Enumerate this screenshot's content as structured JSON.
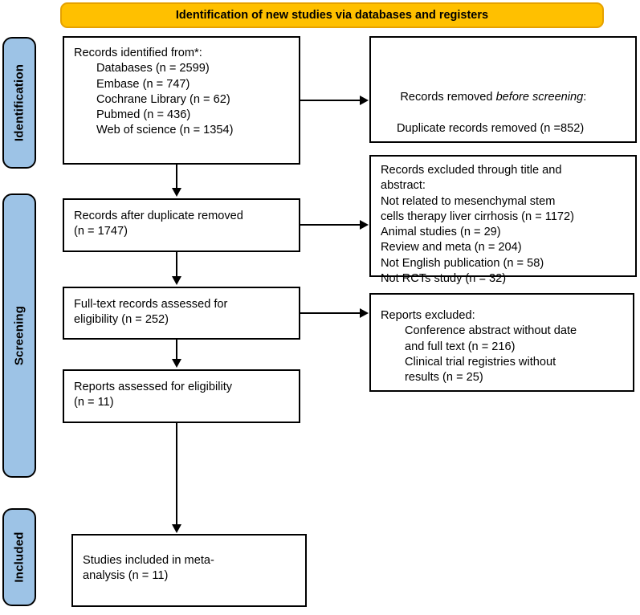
{
  "diagram": {
    "type": "PRISMA flow diagram",
    "banner": {
      "title": "Identification of new studies via databases and registers",
      "color": "#FFC000"
    },
    "stages": [
      {
        "id": "identification",
        "label": "Identification",
        "color": "#9DC3E6"
      },
      {
        "id": "screening",
        "label": "Screening",
        "color": "#9DC3E6"
      },
      {
        "id": "included",
        "label": "Included",
        "color": "#9DC3E6"
      }
    ],
    "nodes": {
      "records_identified": {
        "lead": "Records identified from*:",
        "items": [
          "Databases (n = 2599)",
          "Embase (n = 747)",
          "Cochrane Library (n = 62)",
          "Pubmed (n = 436)",
          "Web of science (n = 1354)"
        ]
      },
      "records_removed": {
        "lead_pre": "Records removed ",
        "lead_em": "before screening",
        "lead_post": ":",
        "items": [
          "Duplicate records removed (n =852)"
        ]
      },
      "records_after_duplicate": {
        "lines": [
          "Records after duplicate removed",
          "(n = 1747)"
        ]
      },
      "records_excluded_title_abstract": {
        "lines": [
          "Records excluded through title and",
          "abstract:",
          "Not related to mesenchymal stem",
          "cells therapy liver cirrhosis (n = 1172)",
          "Animal studies (n = 29)",
          "Review and meta (n = 204)",
          "Not English publication (n = 58)",
          "Not RCTs study (n = 32)"
        ]
      },
      "fulltext_assessed": {
        "lines": [
          "Full-text records assessed for",
          "eligibility (n = 252)"
        ]
      },
      "reports_excluded": {
        "lead": "Reports excluded:",
        "items": [
          "Conference abstract without date",
          "and full text (n = 216)",
          "Clinical trial registries without",
          "results (n = 25)"
        ]
      },
      "reports_assessed": {
        "lines": [
          "Reports assessed for eligibility",
          "(n = 11)"
        ]
      },
      "studies_included": {
        "lines": [
          "Studies included in meta-",
          "analysis (n = 11)"
        ]
      }
    },
    "counts": {
      "databases": 2599,
      "embase": 747,
      "cochrane_library": 62,
      "pubmed": 436,
      "web_of_science": 1354,
      "duplicates_removed": 852,
      "after_duplicate_removed": 1747,
      "excluded_not_related": 1172,
      "excluded_animal_studies": 29,
      "excluded_review_and_meta": 204,
      "excluded_not_english": 58,
      "excluded_not_rcts": 32,
      "fulltext_assessed": 252,
      "excluded_conference_abstract": 216,
      "excluded_trial_registries_no_results": 25,
      "reports_assessed": 11,
      "studies_included": 11
    }
  }
}
